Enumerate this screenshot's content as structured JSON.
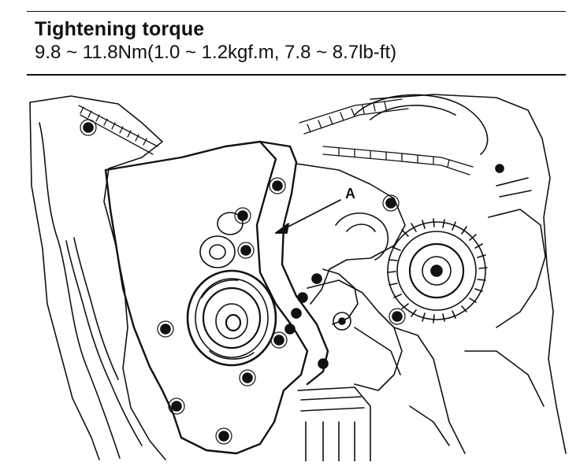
{
  "spec": {
    "title": "Tightening torque",
    "value": "9.8 ~ 11.8Nm(1.0 ~ 1.2kgf.m, 7.8 ~ 8.7lb-ft)"
  },
  "illustration": {
    "callout_label": "A",
    "colors": {
      "ink": "#111111",
      "paper": "#ffffff"
    }
  }
}
